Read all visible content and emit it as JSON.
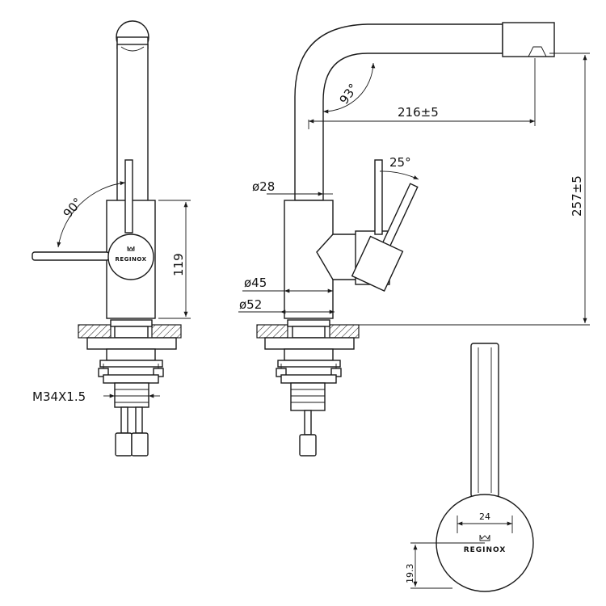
{
  "dimensions": {
    "angle_handle_front": "90°",
    "height_body": "119",
    "thread": "M34X1.5",
    "diameter_spout": "ø28",
    "diameter_body": "ø45",
    "diameter_base": "ø52",
    "angle_spout": "93°",
    "reach": "216±5",
    "height_total": "257±5",
    "angle_handle_side": "25°",
    "handle_width": "24",
    "handle_offset": "19.3"
  },
  "brand": {
    "name": "REGINOX"
  }
}
